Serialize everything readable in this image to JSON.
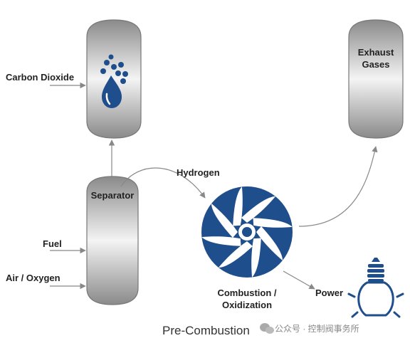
{
  "labels": {
    "carbon_dioxide": "Carbon Dioxide",
    "exhaust_line1": "Exhaust",
    "exhaust_line2": "Gases",
    "hydrogen": "Hydrogen",
    "separator": "Separator",
    "fuel": "Fuel",
    "air_oxygen": "Air / Oxygen",
    "combustion_line1": "Combustion /",
    "combustion_line2": "Oxidization",
    "power": "Power"
  },
  "caption": "Pre-Combustion",
  "watermark": "公众号 · 控制阀事务所",
  "colors": {
    "accent": "#1f4e8c",
    "vessel_dark": "#8a8a8a",
    "vessel_light": "#f4f4f4",
    "arrow": "#888888"
  }
}
